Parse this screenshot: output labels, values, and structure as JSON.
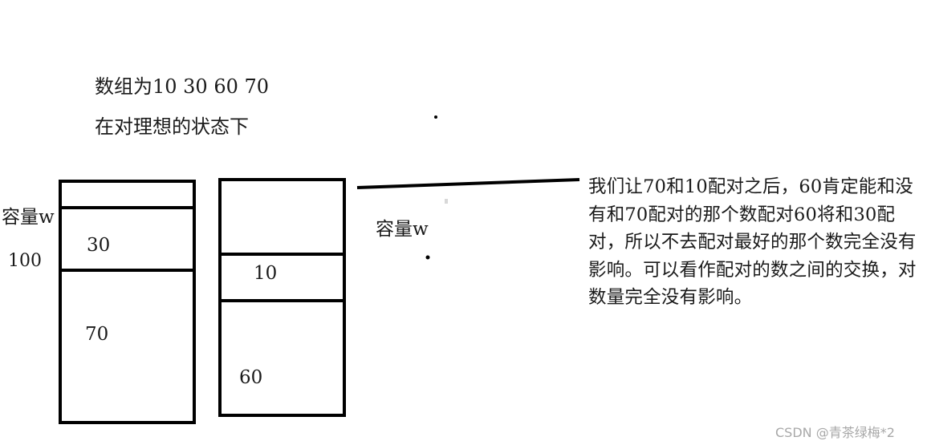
{
  "heading": {
    "line1": "数组为10  30  60  70",
    "line2": "在对理想的状态下"
  },
  "left_box": {
    "capacity_label": "容量w",
    "capacity_value": "100",
    "items": [
      "30",
      "70"
    ]
  },
  "right_box": {
    "capacity_label": "容量w",
    "items": [
      "10",
      "60"
    ]
  },
  "explanation": "我们让70和10配对之后，60肯定能和没有和70配对的那个数配对60将和30配对，所以不去配对最好的那个数完全没有影响。可以看作配对的数之间的交换，对数量完全没有影响。",
  "watermark": "CSDN @青茶绿梅*2",
  "colors": {
    "ink": "#000000",
    "watermark": "#a8a8a8"
  }
}
